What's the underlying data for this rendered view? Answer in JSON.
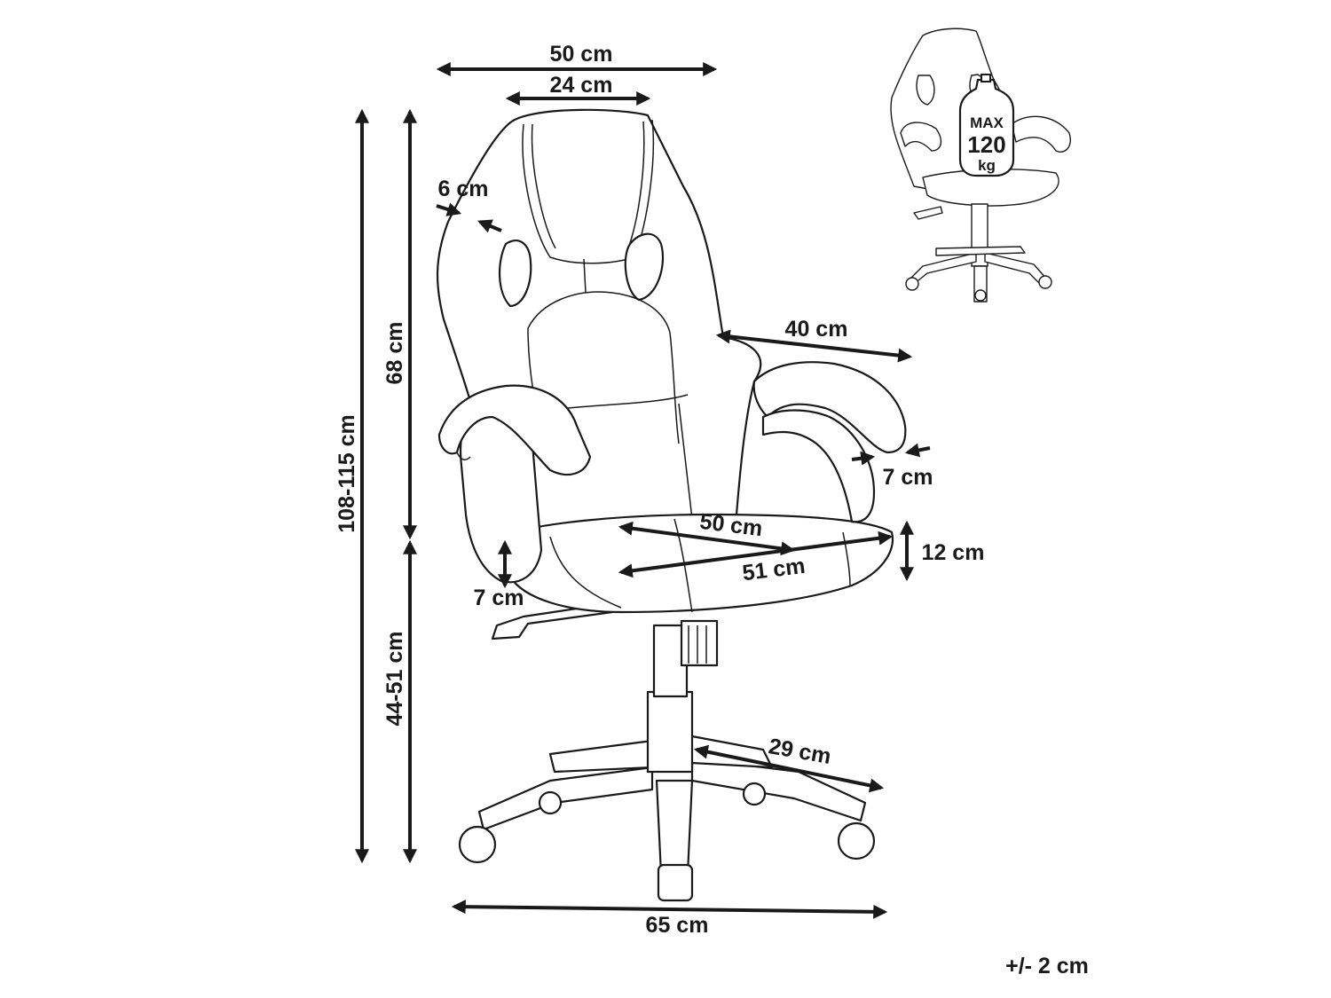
{
  "dimensions": {
    "total_width": "50 cm",
    "headrest_width": "24 cm",
    "side_thickness": "6 cm",
    "total_height": "108-115 cm",
    "backrest_height": "68 cm",
    "seat_height": "44-51 cm",
    "armrest_span": "40 cm",
    "armrest_width": "7 cm",
    "seat_width": "50 cm",
    "seat_depth": "51 cm",
    "seat_thickness": "12 cm",
    "armrest_height": "7 cm",
    "leg_length": "29 cm",
    "base_width": "65 cm"
  },
  "load": {
    "max_label": "MAX",
    "max_value": "120",
    "max_unit": "kg"
  },
  "tolerance": "+/- 2 cm"
}
